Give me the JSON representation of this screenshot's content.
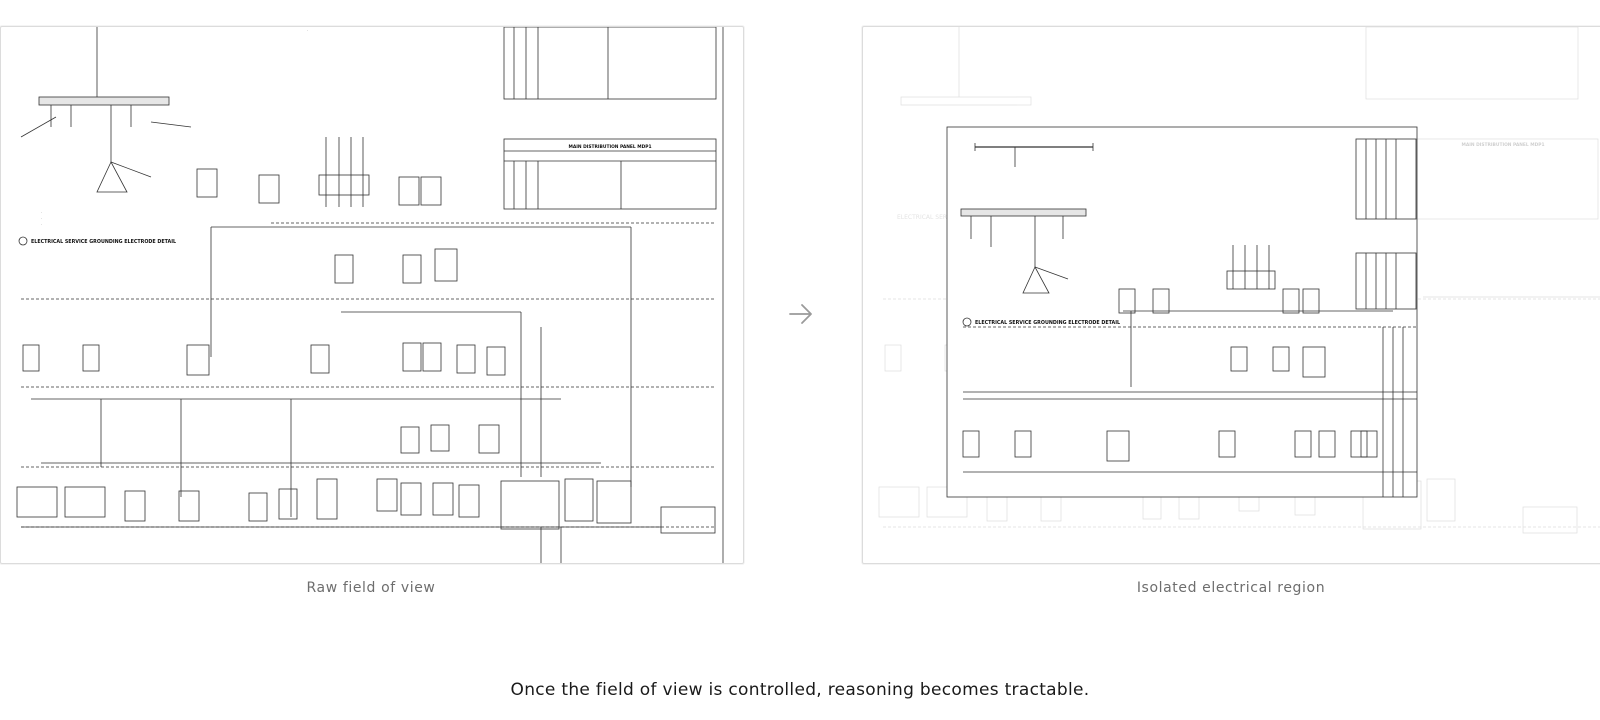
{
  "panels": {
    "raw": {
      "caption": "Raw field of view",
      "grounding_title": "ELECTRICAL SERVICE GROUNDING ELECTRODE DETAIL",
      "mdp_title": "MAIN DISTRIBUTION PANEL MDP1"
    },
    "isolated": {
      "caption": "Isolated electrical region",
      "grounding_title": "ELECTRICAL SERVICE GROUNDING ELECTRODE DETAIL",
      "mdp_title": "MAIN DISTRIBUTION PANEL MDP1",
      "faded_label": "ELECTRICAL SER"
    }
  },
  "tagline": "Once the field of view is controlled, reasoning becomes tractable.",
  "colors": {
    "line": "#333333",
    "faded": "#c4c4c4",
    "caption": "#6e6e6e",
    "arrow": "#9a9a9a"
  }
}
